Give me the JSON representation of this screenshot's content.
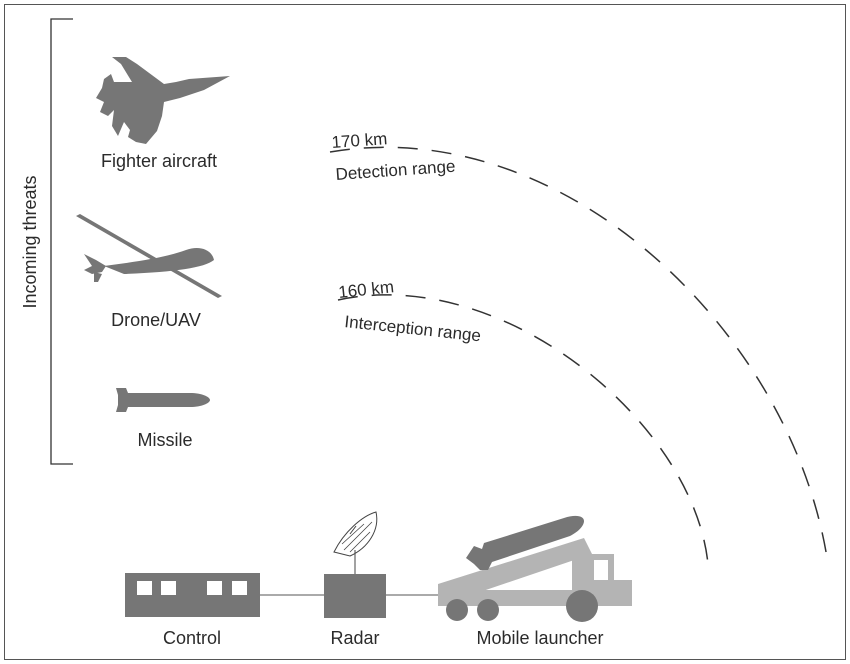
{
  "threats": {
    "group_label": "Incoming threats",
    "items": [
      {
        "label": "Fighter aircraft",
        "icon": "fighter-jet-icon"
      },
      {
        "label": "Drone/UAV",
        "icon": "drone-icon"
      },
      {
        "label": "Missile",
        "icon": "missile-icon"
      }
    ]
  },
  "ranges": {
    "detection": {
      "distance": "170 km",
      "label": "Detection range"
    },
    "interception": {
      "distance": "160 km",
      "label": "Interception range"
    }
  },
  "system": {
    "control": {
      "label": "Control"
    },
    "radar": {
      "label": "Radar"
    },
    "launcher": {
      "label": "Mobile launcher"
    }
  },
  "colors": {
    "dark_gray": "#767676",
    "light_gray": "#b4b4b4",
    "line": "#333333",
    "text": "#2b2b2b"
  }
}
